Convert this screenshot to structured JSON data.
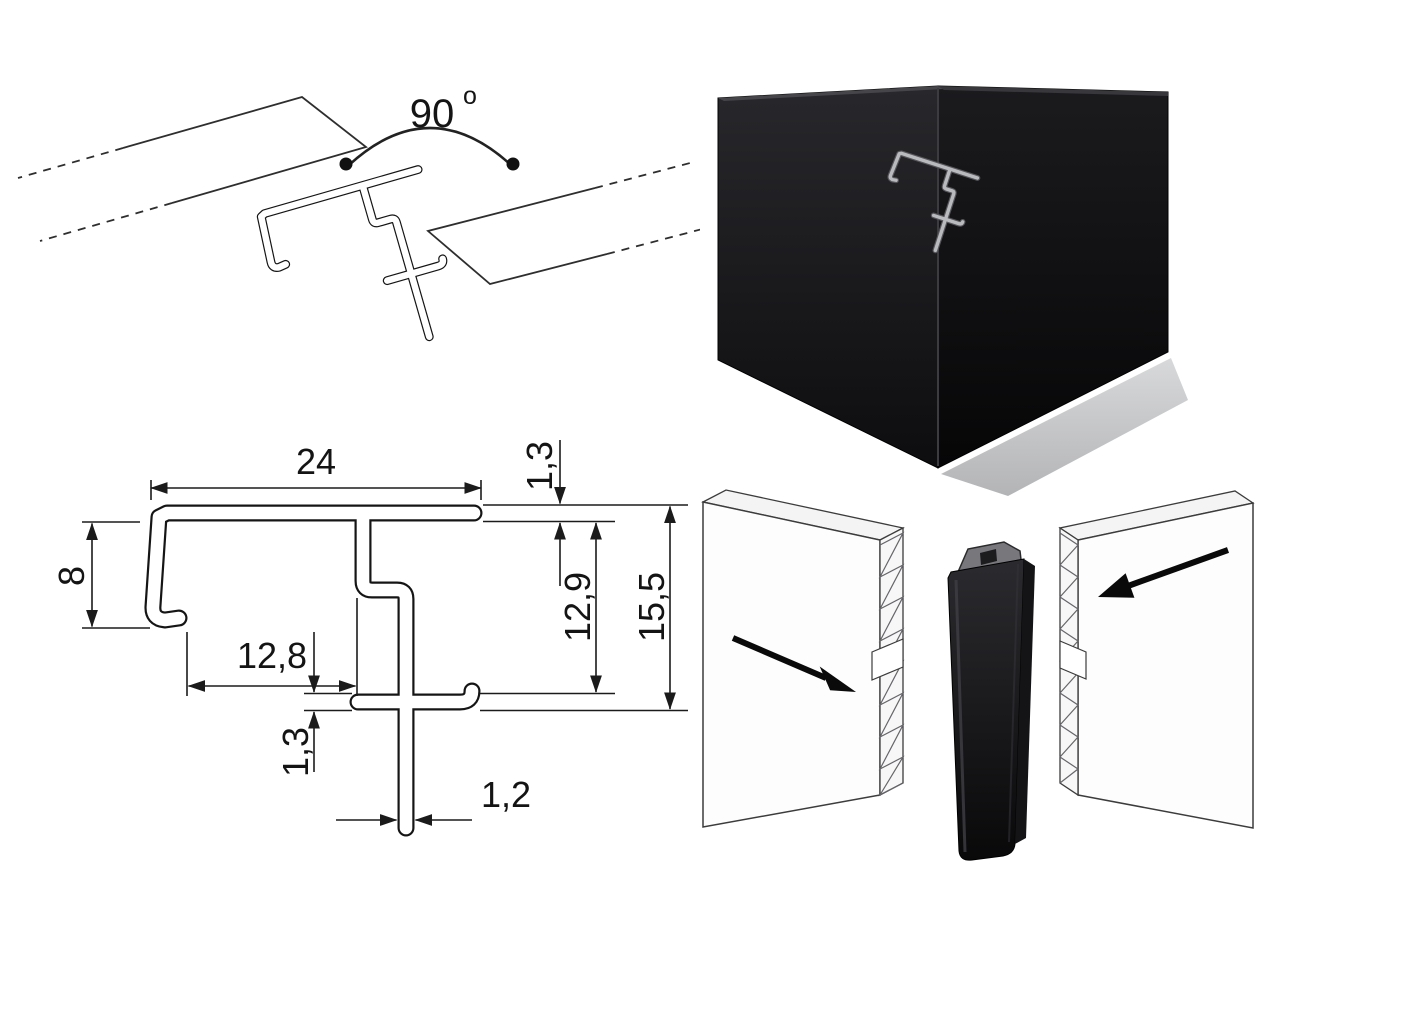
{
  "iso_view": {
    "angle_value": "90",
    "degree_symbol": "o"
  },
  "dims": {
    "top_width": "24",
    "top_wall_thickness": "1,3",
    "left_lip_height": "8",
    "pocket_width": "12,8",
    "slot_inner_height": "12,9",
    "total_height": "15,5",
    "bottom_wall_thickness": "1,3",
    "web_thickness": "1,2"
  },
  "colors": {
    "line": "#1b1b1b",
    "connector_black": "#141417",
    "section_gray": "#b9babd",
    "panel_white": "#ffffff",
    "base_gray": "#cdced0"
  }
}
